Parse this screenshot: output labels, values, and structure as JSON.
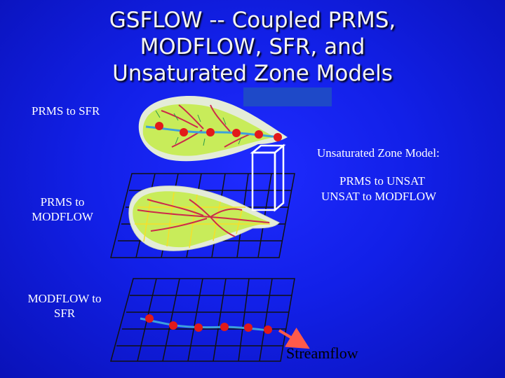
{
  "title": {
    "line1": "GSFLOW -- Coupled PRMS,",
    "line2": "MODFLOW, SFR, and",
    "line3": "Unsaturated Zone Models"
  },
  "labels": {
    "prms_to_sfr": "PRMS to  SFR",
    "unsat_model": "Unsaturated Zone Model:",
    "prms_to_unsat": "PRMS to UNSAT",
    "unsat_to_modflow": "UNSAT to MODFLOW",
    "prms_to_modflow_1": "PRMS to",
    "prms_to_modflow_2": "MODFLOW",
    "modflow_to_sfr_1": "MODFLOW to",
    "modflow_to_sfr_2": "SFR",
    "streamflow": "Streamflow"
  },
  "colors": {
    "background": "#1220e8",
    "leaf_fill": "#c8ec5a",
    "leaf_outer": "#e4ecd8",
    "stream": "#3da0dc",
    "tributary": "#cc2a4a",
    "node": "#e21a1a",
    "grid": "#111111",
    "arrow": "#ff5a4a"
  }
}
